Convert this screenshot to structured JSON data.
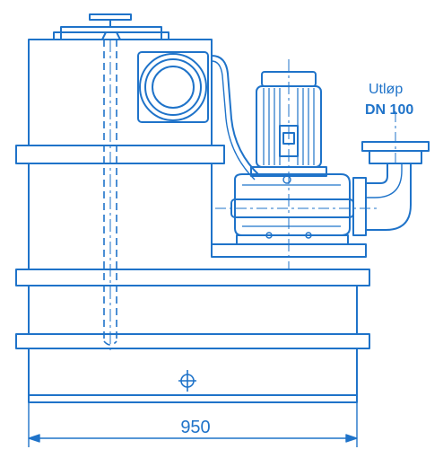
{
  "labels": {
    "outlet_line1": "Utløp",
    "outlet_line2": "DN 100",
    "width_dimension": "950"
  },
  "colors": {
    "line": "#1f73c9",
    "background": "#ffffff"
  }
}
